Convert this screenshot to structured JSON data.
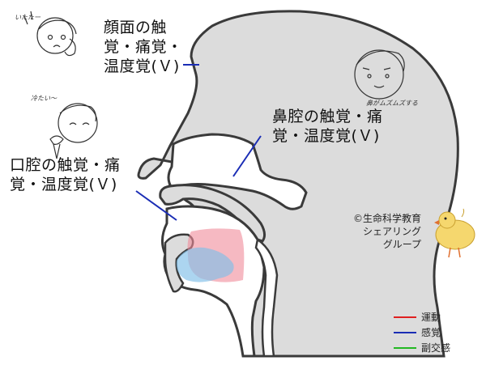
{
  "labels": {
    "face": "顔面の触\n覚・痛覚・\n温度覚(Ｖ)",
    "nasal": "鼻腔の触覚・痛\n覚・温度覚(Ｖ)",
    "oral": "口腔の触覚・痛\n覚・温度覚(Ｖ)"
  },
  "credit": "©生命科学教育\nシェアリング\nグループ",
  "legend": [
    {
      "label": "運動",
      "color": "#e02020"
    },
    {
      "label": "感覚",
      "color": "#1a2db5"
    },
    {
      "label": "副交感",
      "color": "#22b822"
    }
  ],
  "colors": {
    "head_fill": "#dcdcdc",
    "outline": "#3a3a3a",
    "sensory_line": "#1a2db5",
    "tongue_fill": "#7fbfe8",
    "palate_fill": "#f08a9a"
  },
  "doodles": {
    "face_doodle_text": "いたたー",
    "oral_doodle_text": "冷たい〜",
    "head_doodle_text": "鼻がムズムズする"
  }
}
